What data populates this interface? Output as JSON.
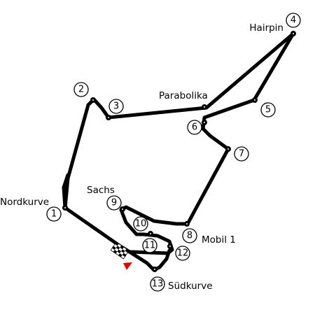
{
  "map": {
    "turns": [
      "1",
      "2",
      "3",
      "4",
      "5",
      "6",
      "7",
      "8",
      "9",
      "10",
      "11",
      "12",
      "13"
    ],
    "corners": {
      "hairpin": "Hairpin",
      "parabolika": "Parabolika",
      "sachs": "Sachs",
      "nordkurve": "Nordkurve",
      "mobil1": "Mobil 1",
      "sudkurve": "Südkurve"
    },
    "colors": {
      "track": "#000000",
      "start_direction_arrow": "#e10000",
      "background": "#ffffff"
    },
    "icons": [
      "start-finish-flag-icon",
      "race-direction-arrow-icon"
    ]
  }
}
